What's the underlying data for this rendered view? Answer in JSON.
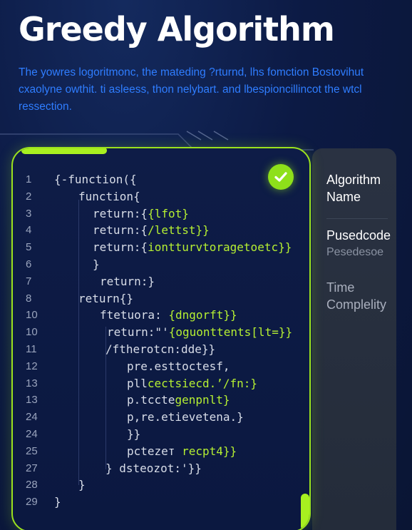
{
  "header": {
    "title": "Greedy Algorithm",
    "description": "The yowres logoritmonc, the mateding ?rturnd, lhs fomction Bostovihut cxaolyne owthit. ti asleess, thon nelybart. and lbespioncillincot the wtcl ressection."
  },
  "side_panel": {
    "item1": "Algorithm Name",
    "item2_title": "Pusedcode",
    "item2_sub": "Pesedesoe",
    "item3": "Time Complelity"
  },
  "editor": {
    "status_icon": "check-icon",
    "accent_color": "#9be21e",
    "lines": [
      {
        "n": "1",
        "pre": "{-function({",
        "hl": ""
      },
      {
        "n": "2",
        "pre": "function{",
        "hl": ""
      },
      {
        "n": "3",
        "pre": "return:{",
        "hl": "{lfot}"
      },
      {
        "n": "4",
        "pre": "return:{",
        "hl": "/lettst}}"
      },
      {
        "n": "5",
        "pre": "return:{",
        "hl": "iontturvtoragetoetc}}"
      },
      {
        "n": "6",
        "pre": "}",
        "hl": ""
      },
      {
        "n": "7",
        "pre": "return:}",
        "hl": ""
      },
      {
        "n": "8",
        "pre": "return{}",
        "hl": ""
      },
      {
        "n": "10",
        "pre": "ftetuora: ",
        "hl": "{dngorft}}"
      },
      {
        "n": "10",
        "pre": "return:\"'",
        "hl": "{oguonttents[lt=}}"
      },
      {
        "n": "11",
        "pre": "/ftherotcn:dde}}",
        "hl": ""
      },
      {
        "n": "12",
        "pre": "pre.esttoctesf,",
        "hl": ""
      },
      {
        "n": "13",
        "pre": "pll",
        "hl": "cectsiecd.’/fn:}"
      },
      {
        "n": "13",
        "pre": "p.tccte",
        "hl": "genpnlt}"
      },
      {
        "n": "24",
        "pre": "p,re.etievetena.}",
        "hl": ""
      },
      {
        "n": "24",
        "pre": "}}",
        "hl": ""
      },
      {
        "n": "25",
        "pre": "pctezeт ",
        "hl": "recpt4}}"
      },
      {
        "n": "27",
        "pre": "}   dsteozot:'}}",
        "hl": ""
      },
      {
        "n": "28",
        "pre": "}",
        "hl": ""
      },
      {
        "n": "29",
        "pre": "}",
        "hl": ""
      }
    ]
  }
}
